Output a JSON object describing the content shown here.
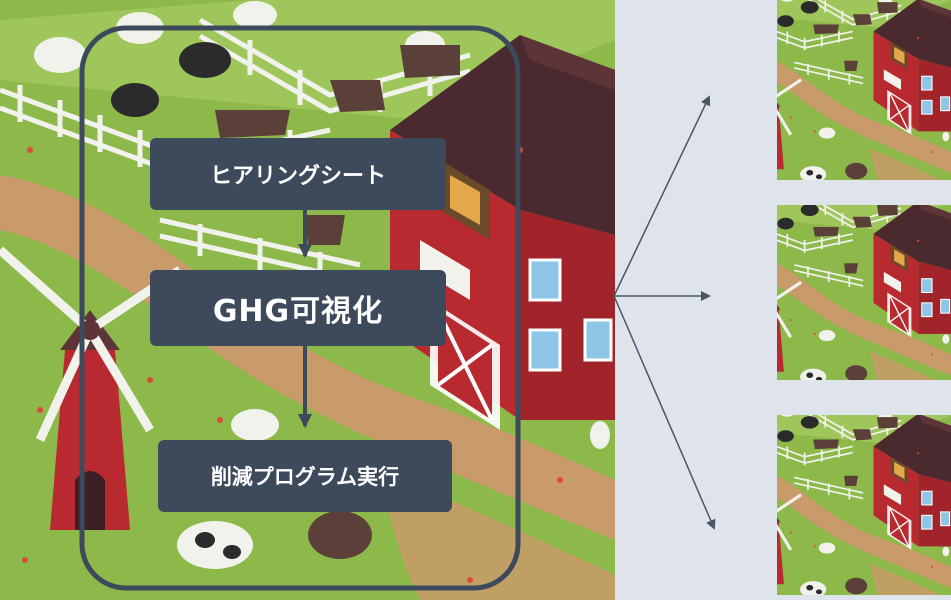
{
  "colors": {
    "page_bg": "#dfe4ec",
    "grass": "#8db84a",
    "grass_light": "#9fc65a",
    "dirt_path": "#c99a6a",
    "fence": "#f2f2ec",
    "barn_red": "#b82a2f",
    "roof": "#4a2a2e",
    "process_box": "#3d4a5c",
    "frame_stroke": "#3d4a5c",
    "arrow": "#4a5566"
  },
  "process": {
    "steps": [
      {
        "label": "ヒアリングシート"
      },
      {
        "label": "GHG可視化"
      },
      {
        "label": "削減プログラム実行"
      }
    ]
  },
  "icons": {
    "main_illustration": "farm-scene-illustration",
    "replica_illustration": "farm-thumbnail-icon",
    "animals": [
      "sheep-icon",
      "horse-icon",
      "cow-icon"
    ],
    "buildings": [
      "barn-icon",
      "windmill-icon"
    ]
  }
}
